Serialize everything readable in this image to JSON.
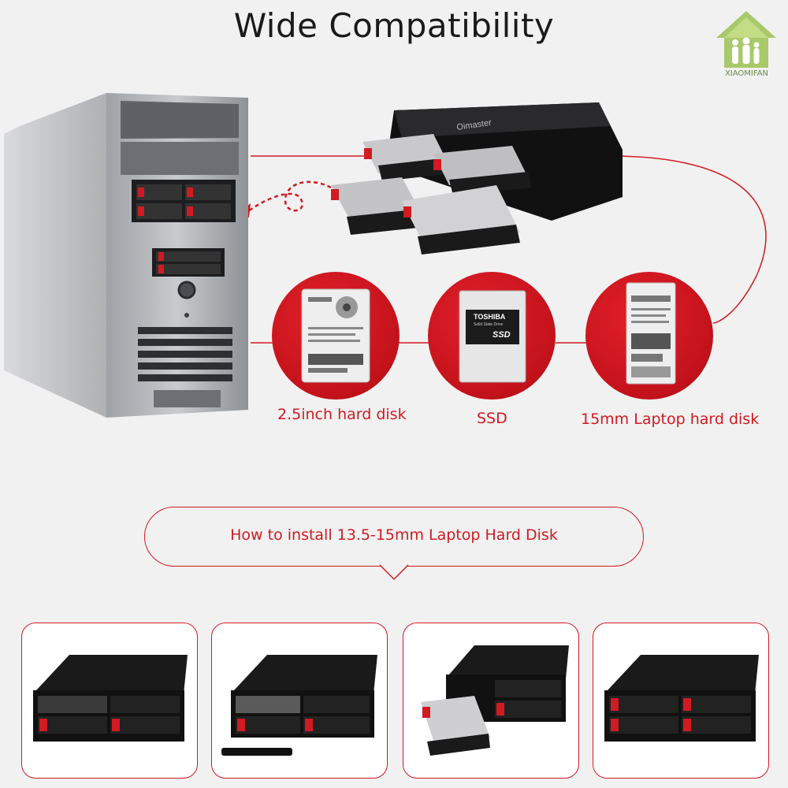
{
  "title": "Wide Compatibility",
  "brand": {
    "name": "XIAOMIFAN",
    "icon": "house-family-logo-icon",
    "color": "#6a8a4a"
  },
  "enclosure_brand": "Oimaster",
  "disk_types": [
    {
      "label": "2.5inch hard disk",
      "icon": "hdd-icon"
    },
    {
      "label": "SSD",
      "icon": "ssd-icon",
      "ssd_brand": "TOSHIBA",
      "ssd_badge": "SSD",
      "ssd_sub": "Solid State Drive"
    },
    {
      "label": "15mm Laptop hard disk",
      "icon": "laptop-hdd-icon"
    }
  ],
  "install_guide": {
    "label": "How to install 13.5-15mm Laptop Hard Disk"
  },
  "install_steps": [
    {
      "icon": "enclosure-empty-bay-icon"
    },
    {
      "icon": "enclosure-tray-removed-icon"
    },
    {
      "icon": "enclosure-insert-disk-icon"
    },
    {
      "icon": "enclosure-complete-icon"
    }
  ],
  "colors": {
    "accent": "#d11a22",
    "background": "#f1f1f1"
  }
}
